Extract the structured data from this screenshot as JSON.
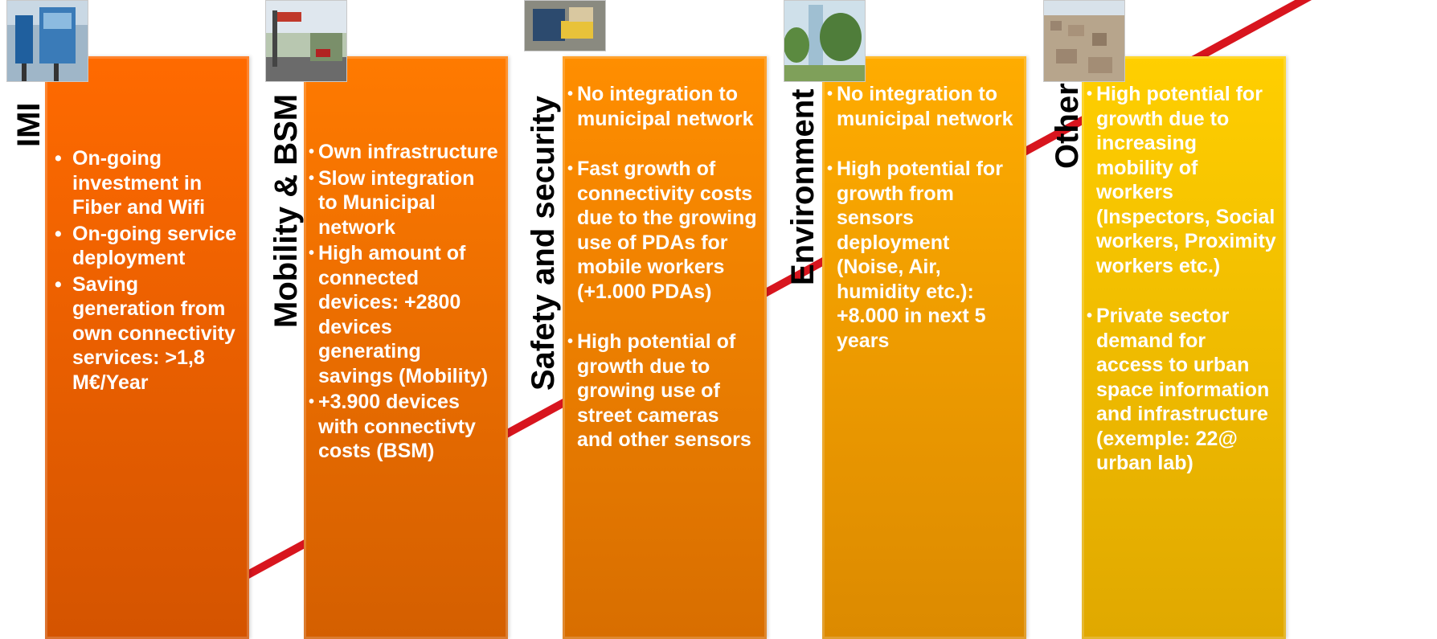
{
  "trend_line_color": "#d8151e",
  "columns": [
    {
      "label": "IMI",
      "photo": "digital-signage-photo",
      "colors": [
        "#ff6a00",
        "#d45400"
      ],
      "bullets": [
        "On-going investment in Fiber and Wifi",
        "On-going service deployment",
        "Saving generation from own connectivity services: >1,8 M€/Year"
      ]
    },
    {
      "label": "Mobility & BSM",
      "photo": "street-traffic-photo",
      "colors": [
        "#ff7a00",
        "#d45f00"
      ],
      "bullets": [
        "Own infrastructure",
        "Slow integration to Municipal network",
        "High amount of connected devices: +2800 devices generating savings (Mobility)",
        "+3.900 devices with connectivty costs (BSM)"
      ]
    },
    {
      "label": "Safety and security",
      "photo": "police-pda-photo",
      "colors": [
        "#ff8e00",
        "#d86e00"
      ],
      "bullets": [
        "No integration to municipal network",
        "Fast growth of connectivity costs due to the growing use of PDAs for mobile workers (+1.000 PDAs)",
        "High potential of growth due to growing use of street cameras and other sensors"
      ]
    },
    {
      "label": "Environment",
      "photo": "park-trees-photo",
      "colors": [
        "#ffac00",
        "#dc8a00"
      ],
      "bullets": [
        "No integration to municipal network",
        "High potential for growth from sensors deployment (Noise, Air, humidity etc.): +8.000 in next 5 years"
      ]
    },
    {
      "label": "Other",
      "photo": "city-aerial-photo",
      "colors": [
        "#ffcf00",
        "#e0a800"
      ],
      "bullets": [
        "High potential for growth due to increasing mobility of workers (Inspectors, Social workers, Proximity workers etc.)",
        "Private sector demand for access to urban space information and infrastructure (exemple: 22@ urban lab)"
      ]
    }
  ]
}
